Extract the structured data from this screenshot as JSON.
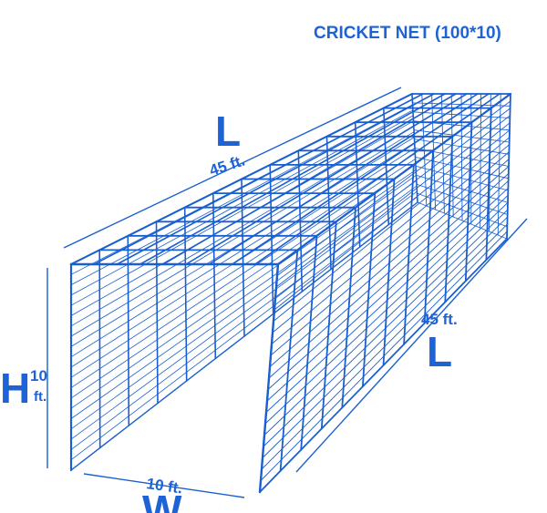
{
  "title": "CRICKET NET (100*10)",
  "length": {
    "letter": "L",
    "value": "45 ft."
  },
  "height": {
    "letter": "H",
    "value_num": "10",
    "value_unit": "ft."
  },
  "width": {
    "letter": "W",
    "value": "10 ft."
  },
  "colors": {
    "net": "#1a5fd0",
    "text": "#1e63d6"
  }
}
